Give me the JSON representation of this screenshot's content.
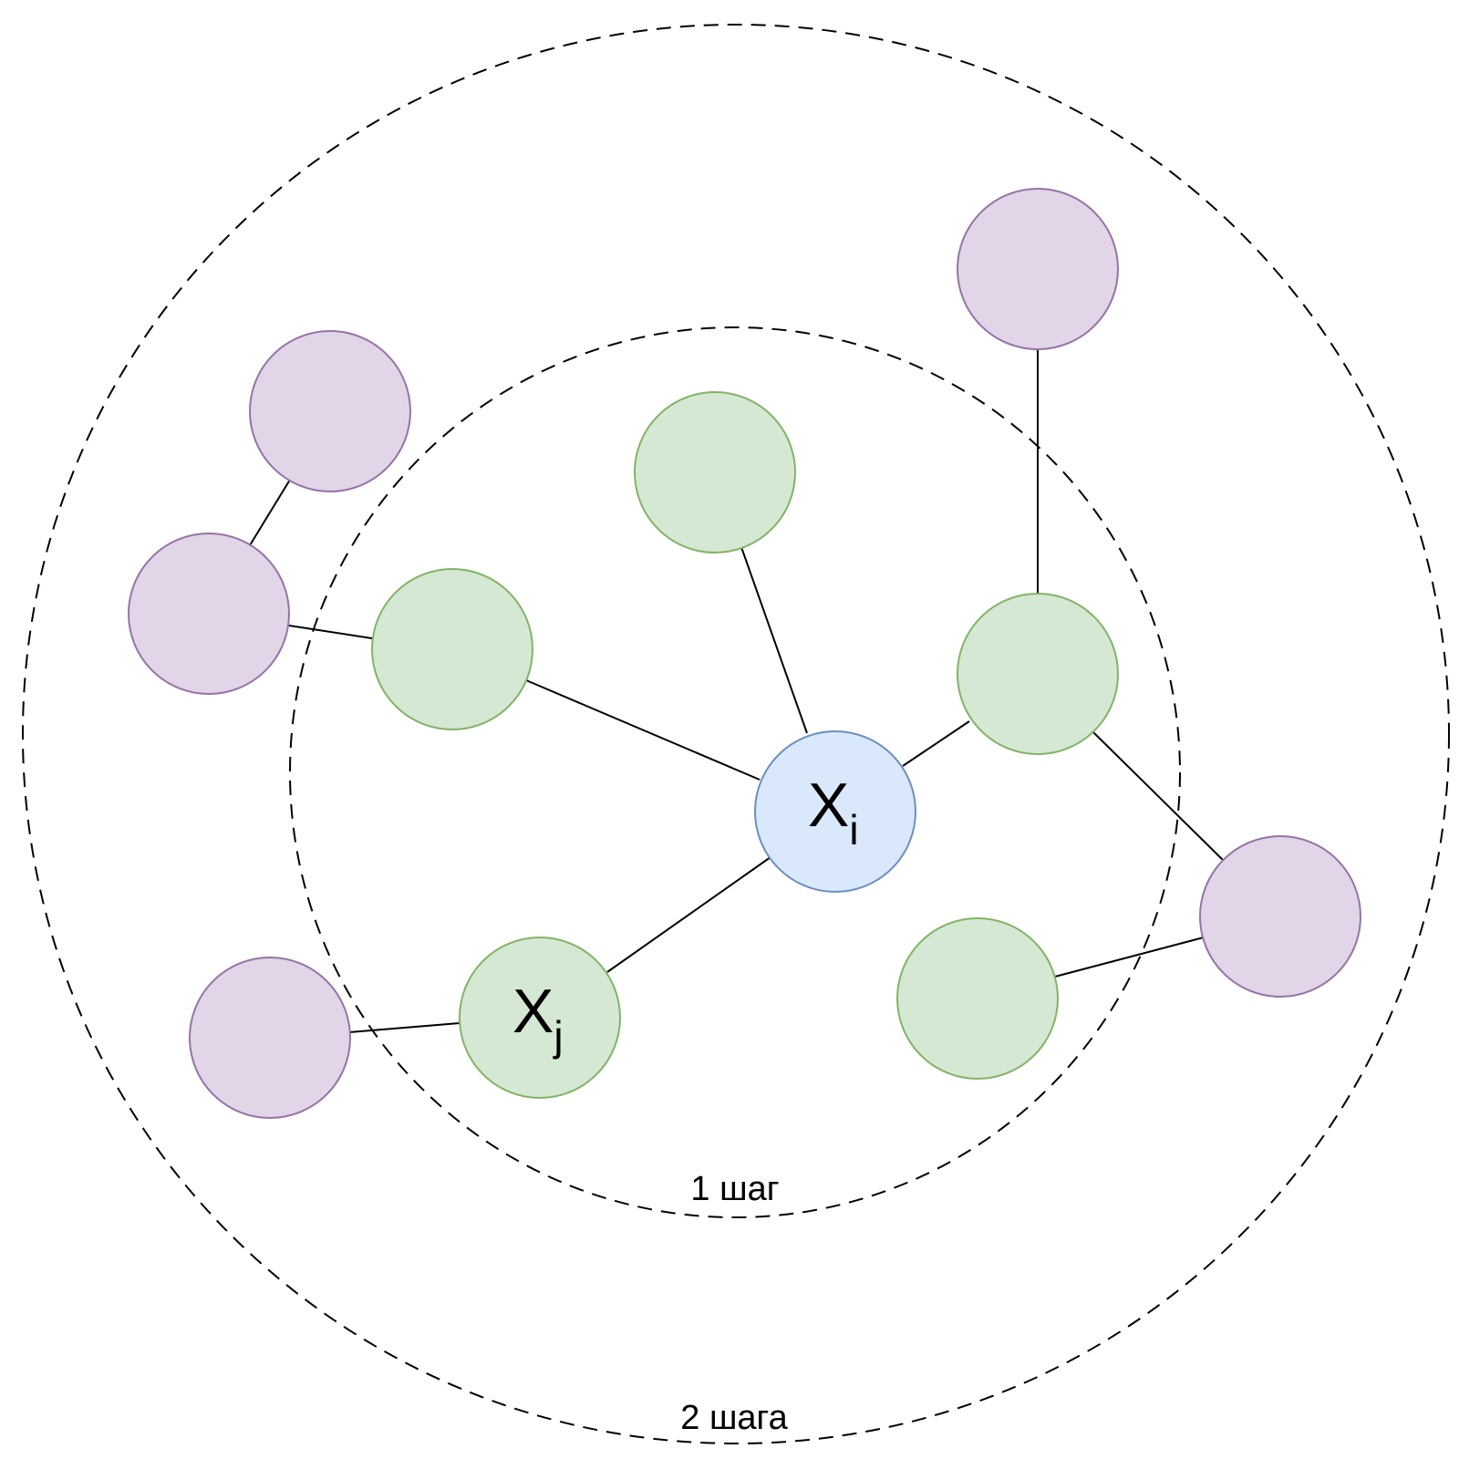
{
  "rings": {
    "inner_label": "1 шаг",
    "outer_label": "2 шага"
  },
  "nodes": {
    "xi": {
      "base": "X",
      "sub": "i"
    },
    "xj": {
      "base": "X",
      "sub": "j"
    }
  },
  "colors": {
    "center_fill": "#dae8fc",
    "center_stroke": "#6c8ebf",
    "hop1_fill": "#d5e8d4",
    "hop1_stroke": "#82b366",
    "hop2_fill": "#e1d5e7",
    "hop2_stroke": "#9673a6"
  }
}
